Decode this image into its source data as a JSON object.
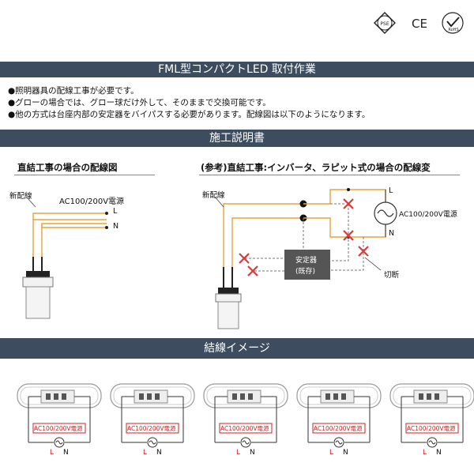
{
  "certifications": {
    "pse": "PSE",
    "ce": "CE",
    "rohs": "RoHS"
  },
  "header": {
    "title": "FML型コンパクトLED 取付作業"
  },
  "notes": [
    "●照明器具の配線工事が必要です。",
    "●グローの場合では、グロー球だけ外して、そのままで交換可能です。",
    "●他の方式は台座内部の安定器をバイパスする必要があります。配線図は以下のようになります。"
  ],
  "section2": {
    "title": "施工説明書"
  },
  "left_diagram": {
    "title": "直結工事の場合の配線図",
    "wire_label": "新配線",
    "power_label": "AC100/200V電源",
    "l_label": "L",
    "n_label": "N"
  },
  "right_diagram": {
    "title": "(参考)直結工事:インバータ、ラピット式の場合の配線変",
    "wire_label": "新配線",
    "power_label": "AC100/200V電源",
    "l_label": "L",
    "n_label": "N",
    "ballast_line1": "安定器",
    "ballast_line2": "(既存)",
    "cut_label": "切断"
  },
  "section3": {
    "title": "結線イメージ"
  },
  "fixtures": [
    {
      "power": "AC100/200V電源",
      "l": "L",
      "n": "N"
    },
    {
      "power": "AC100/200V電源",
      "l": "L",
      "n": "N"
    },
    {
      "power": "AC100/200V電源",
      "l": "L",
      "n": "N"
    },
    {
      "power": "AC100/200V電源",
      "l": "L",
      "n": "N"
    },
    {
      "power": "AC100/200V電源",
      "l": "L",
      "n": "N"
    }
  ],
  "colors": {
    "banner": "#3d4c5e",
    "wire": "#e8a33a",
    "cut_mark": "#d93a3a",
    "power_box": "#cc2222",
    "ballast": "#555555"
  }
}
